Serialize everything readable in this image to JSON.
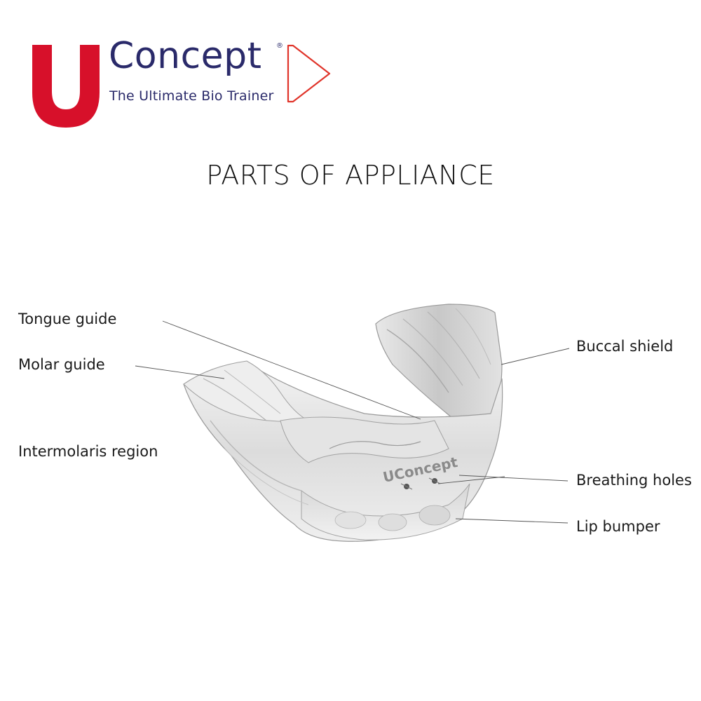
{
  "logo": {
    "letter": "U",
    "wordmark": "Concept",
    "registered": "®",
    "tagline": "The Ultimate Bio Trainer",
    "colors": {
      "u_red": "#d7102a",
      "navy": "#2a2a6a",
      "play_red": "#e0342a"
    }
  },
  "title": "PARTS OF APPLIANCE",
  "labels": {
    "tongue_guide": "Tongue guide",
    "molar_guide": "Molar guide",
    "intermolaris_region": "Intermolaris region",
    "buccal_shield": "Buccal shield",
    "breathing_holes": "Breathing holes",
    "lip_bumper": "Lip bumper"
  },
  "appliance_imprint": "UConcept",
  "colors": {
    "leader_line": "#555555",
    "text": "#1a1a1a"
  }
}
